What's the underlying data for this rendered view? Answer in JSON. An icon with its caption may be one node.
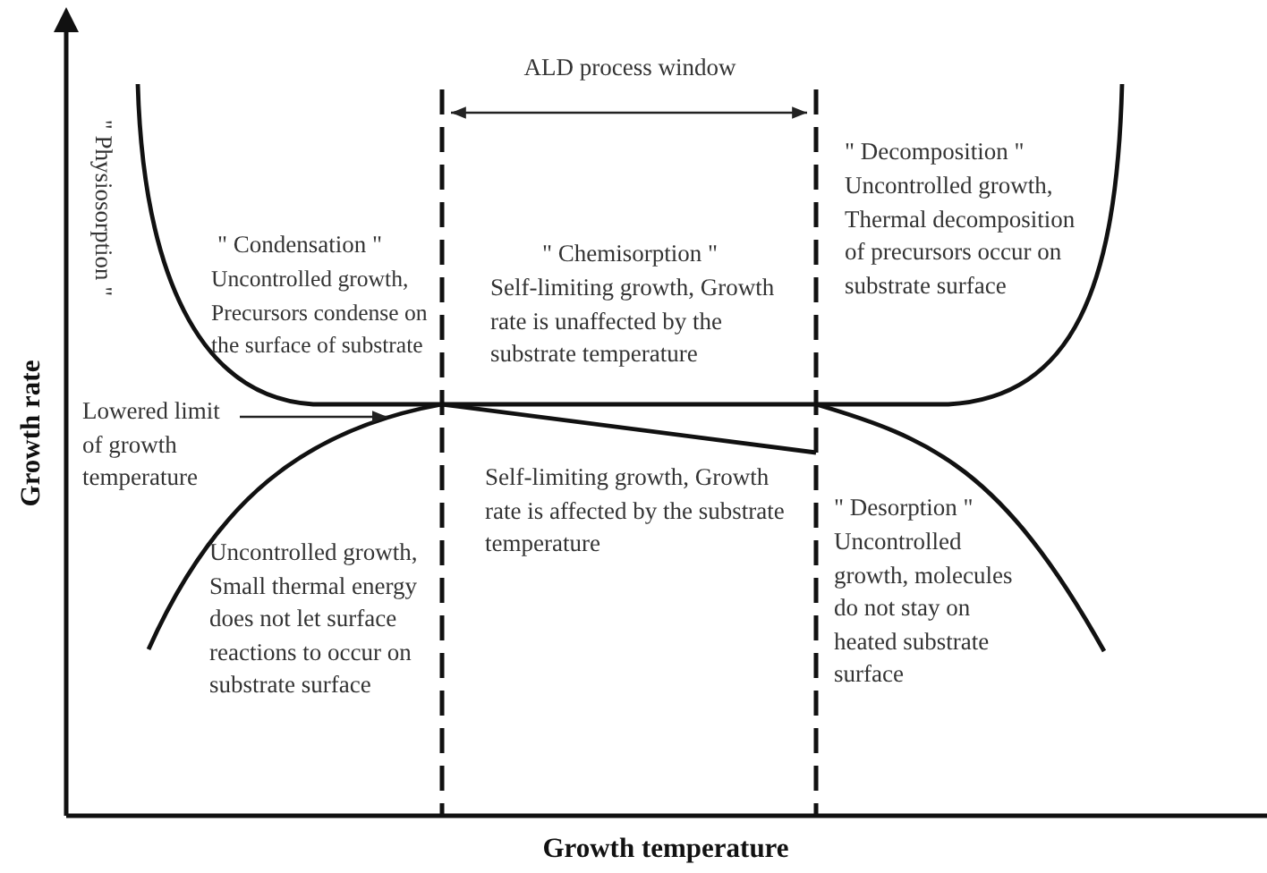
{
  "diagram": {
    "nodes": [
      {
        "text": [
          "Lowered limit of growth temperature"
        ]
      },
      {
        "text": [],
        "shape": "curve"
      }
    ],
    "edges": [
      {
        "from": 0,
        "to": 1,
        "arrow": "to"
      }
    ],
    "labels": [
      "ALD process window",
      "\" Physiosorption \"",
      "\" Condensation \"",
      "Uncontrolled growth, Precursors condense on the surface of substrate",
      "\" Chemisorption \"",
      "Self-limiting growth, Growth rate is unaffected by the substrate temperature",
      "\" Decomposition \"",
      "Uncontrolled growth, Thermal decomposition of precursors occur on substrate surface",
      "Growth rate",
      "Self-limiting growth, Growth rate is affected by the substrate temperature",
      "Uncontrolled growth, Small thermal energy does not let surface reactions to occur on substrate surface",
      "\" Desorption \"",
      "Uncontrolled growth, molecules do not stay on heated substrate surface",
      "Growth temperature"
    ]
  }
}
